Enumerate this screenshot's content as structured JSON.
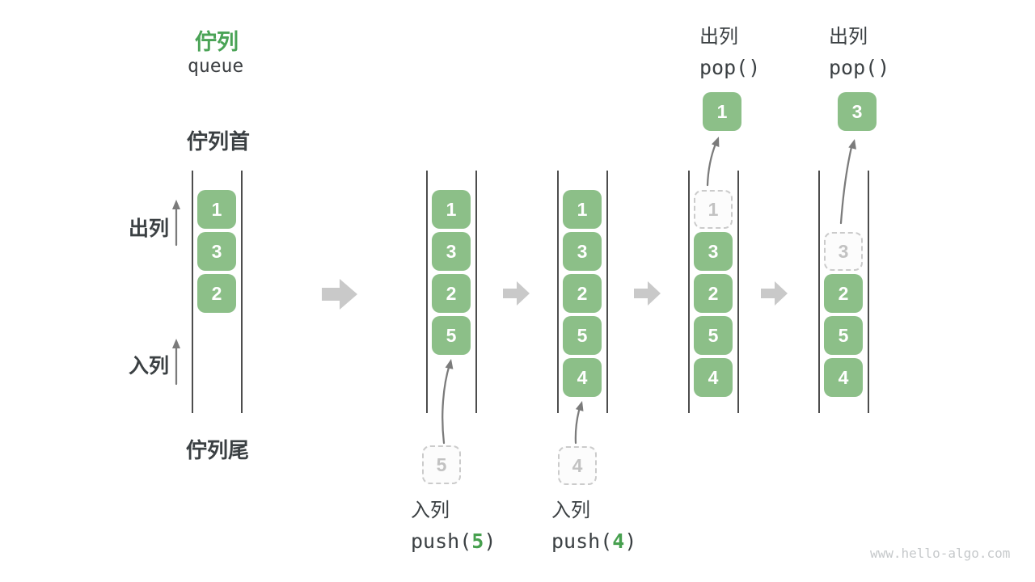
{
  "title": {
    "zh": "佇列",
    "en": "queue"
  },
  "side_labels": {
    "front": "佇列首",
    "rear": "佇列尾",
    "dequeue": "出列",
    "enqueue": "入列"
  },
  "watermark": "www.hello-algo.com",
  "colors": {
    "cell_green": "#8cbf88",
    "accent_green": "#4aa356",
    "arg_green": "#47a04f",
    "ghost_gray": "#cbcbcb",
    "step_arrow_gray": "#c9c9c9",
    "text_dark": "#3b4043"
  },
  "columns": [
    {
      "cells": [
        "1",
        "3",
        "2"
      ]
    },
    {
      "cells": [
        "1",
        "3",
        "2",
        "5"
      ],
      "pending": "5",
      "op": {
        "zh": "入列",
        "fn": "push(",
        "arg": "5",
        "close": ")"
      }
    },
    {
      "cells": [
        "1",
        "3",
        "2",
        "5",
        "4"
      ],
      "pending": "4",
      "op": {
        "zh": "入列",
        "fn": "push(",
        "arg": "4",
        "close": ")"
      }
    },
    {
      "removed": "1",
      "cells": [
        "3",
        "2",
        "5",
        "4"
      ],
      "popped": "1",
      "op": {
        "zh": "出列",
        "fn": "pop()"
      }
    },
    {
      "removed": "3",
      "cells": [
        "2",
        "5",
        "4"
      ],
      "popped": "3",
      "op": {
        "zh": "出列",
        "fn": "pop()"
      }
    }
  ]
}
